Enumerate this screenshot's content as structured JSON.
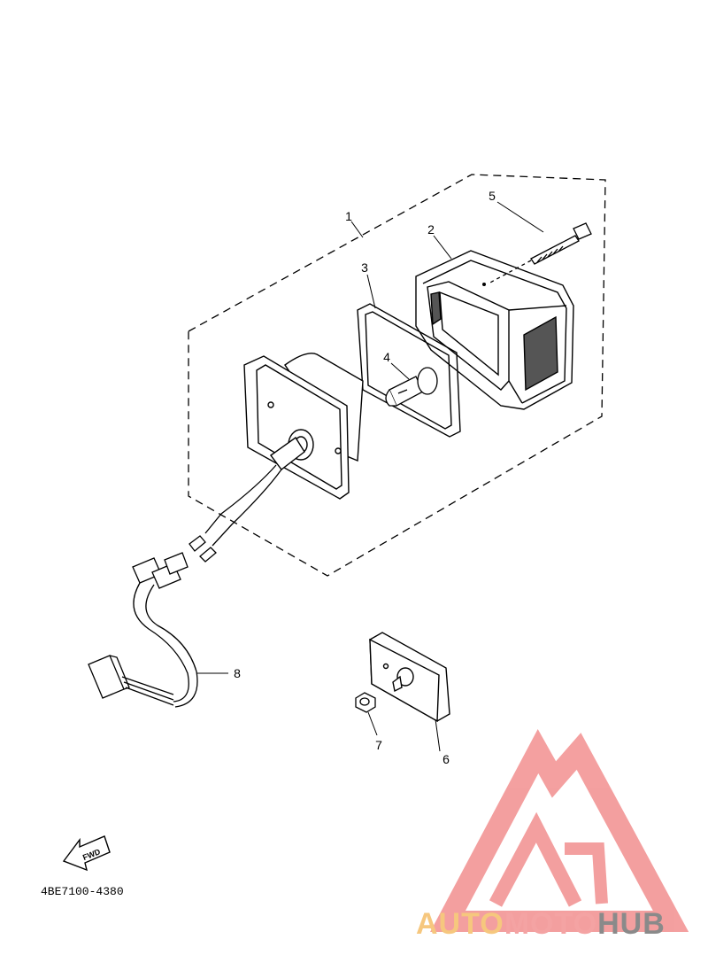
{
  "diagram_code": "4BE7100-4380",
  "fwd_label": "FWD",
  "callouts": [
    {
      "label": "1",
      "part": "tail-light-assembly"
    },
    {
      "label": "2",
      "part": "lens"
    },
    {
      "label": "3",
      "part": "gasket"
    },
    {
      "label": "4",
      "part": "bulb"
    },
    {
      "label": "5",
      "part": "screw"
    },
    {
      "label": "6",
      "part": "plate"
    },
    {
      "label": "7",
      "part": "nut"
    },
    {
      "label": "8",
      "part": "wire-harness"
    }
  ],
  "watermark": {
    "brand_parts": [
      "AUTO",
      "MOTO",
      "HUB"
    ],
    "colors": {
      "auto": "#f6c77e",
      "moto": "#f4a3a3",
      "hub": "#8a8a8a",
      "logo": "#f28f8f"
    }
  }
}
